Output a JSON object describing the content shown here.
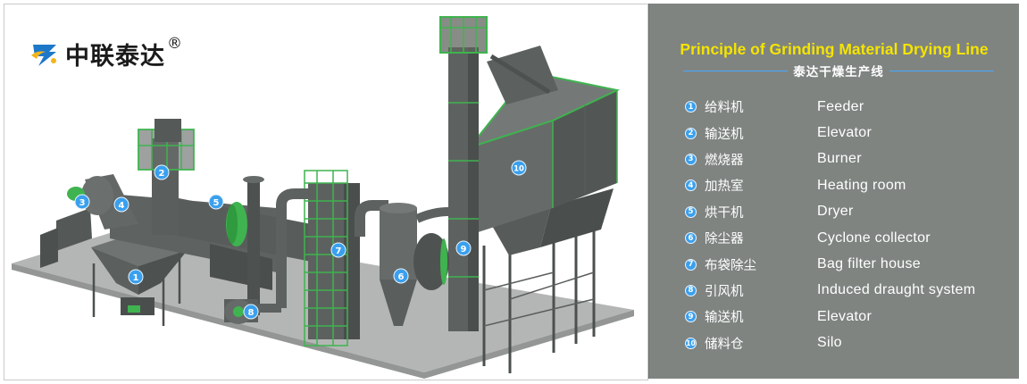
{
  "brand": {
    "name": "中联泰达",
    "registered_mark": "®",
    "icon": "flame-swirl-logo-icon"
  },
  "panel": {
    "title_en": "Principle of Grinding Material Drying Line",
    "title_cn": "泰达干燥生产线"
  },
  "legend": [
    {
      "num": "1",
      "cn": "给料机",
      "en": "Feeder"
    },
    {
      "num": "2",
      "cn": "输送机",
      "en": "Elevator"
    },
    {
      "num": "3",
      "cn": "燃烧器",
      "en": "Burner"
    },
    {
      "num": "4",
      "cn": "加热室",
      "en": "Heating room"
    },
    {
      "num": "5",
      "cn": "烘干机",
      "en": "Dryer"
    },
    {
      "num": "6",
      "cn": "除尘器",
      "en": "Cyclone collector"
    },
    {
      "num": "7",
      "cn": "布袋除尘",
      "en": "Bag filter house"
    },
    {
      "num": "8",
      "cn": "引风机",
      "en": "Induced draught system"
    },
    {
      "num": "9",
      "cn": "输送机",
      "en": "Elevator"
    },
    {
      "num": "10",
      "cn": "储料仓",
      "en": "Silo"
    }
  ],
  "colors": {
    "panel_bg": "#7f8481",
    "title_yellow": "#f5e400",
    "badge_blue": "#3aa0ee",
    "rail_green": "#3fb34f",
    "machine_gray": "#5f6462"
  }
}
